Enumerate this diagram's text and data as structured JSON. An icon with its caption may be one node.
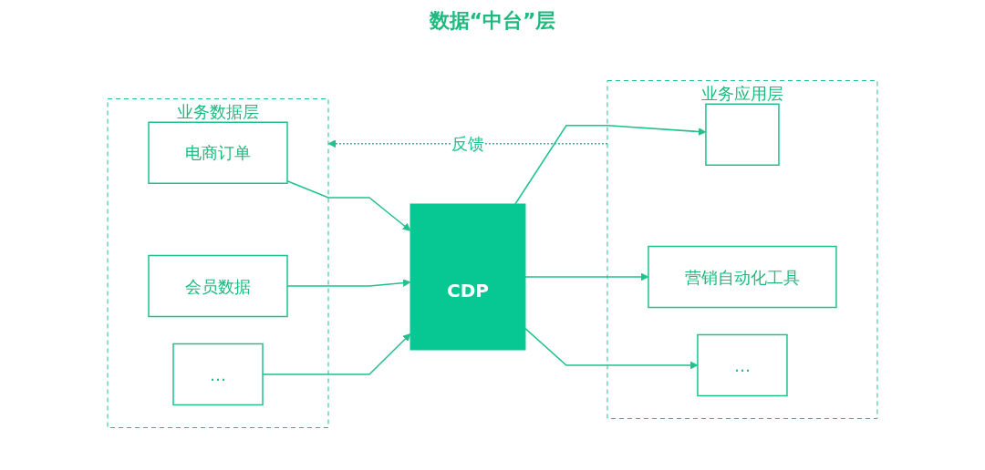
{
  "diagram": {
    "nodes": [
      {
        "text": [
          "业务数据层"
        ]
      },
      {
        "text": [
          "电商订单"
        ],
        "in": 0
      },
      {
        "text": [
          "会员数据"
        ],
        "in": 0
      },
      {
        "text": [
          "…"
        ],
        "in": 0
      },
      {
        "text": [
          "CDP"
        ]
      },
      {
        "text": [
          "业务应用层"
        ]
      },
      {
        "text": [],
        "shape": "box",
        "in": 5
      },
      {
        "text": [
          "营销自动化工具"
        ],
        "in": 5
      },
      {
        "text": [
          "…"
        ],
        "in": 5
      }
    ],
    "edges": [
      {
        "from": 1,
        "to": 4,
        "arrow": "to"
      },
      {
        "from": 2,
        "to": 4,
        "arrow": "to"
      },
      {
        "from": 3,
        "to": 4,
        "arrow": "to"
      },
      {
        "from": 4,
        "to": 6,
        "arrow": "to"
      },
      {
        "from": 4,
        "to": 7,
        "arrow": "to"
      },
      {
        "from": 4,
        "to": 8,
        "arrow": "to"
      },
      {
        "from": 5,
        "to": 0,
        "arrow": "to",
        "label": "反馈",
        "style": "dashed"
      }
    ],
    "labels": [
      "数据“中台”层"
    ]
  }
}
